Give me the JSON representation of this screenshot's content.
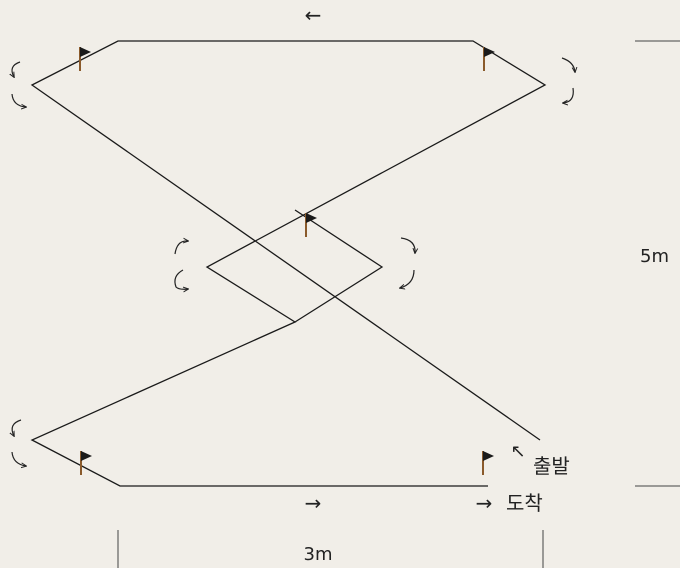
{
  "labels": {
    "start": "출발",
    "finish": "도착",
    "height": "5m",
    "width": "3m"
  },
  "glyphs": {
    "arrow_left": "←",
    "arrow_right": "→",
    "arrow_start": "↖"
  },
  "colors": {
    "background": "#f1eee8",
    "line": "#1a1a1a",
    "flag": "#1a1a1a",
    "pole": "#8a5a2b"
  },
  "icons": [
    "flag-icon",
    "turn-arrow-icon"
  ]
}
